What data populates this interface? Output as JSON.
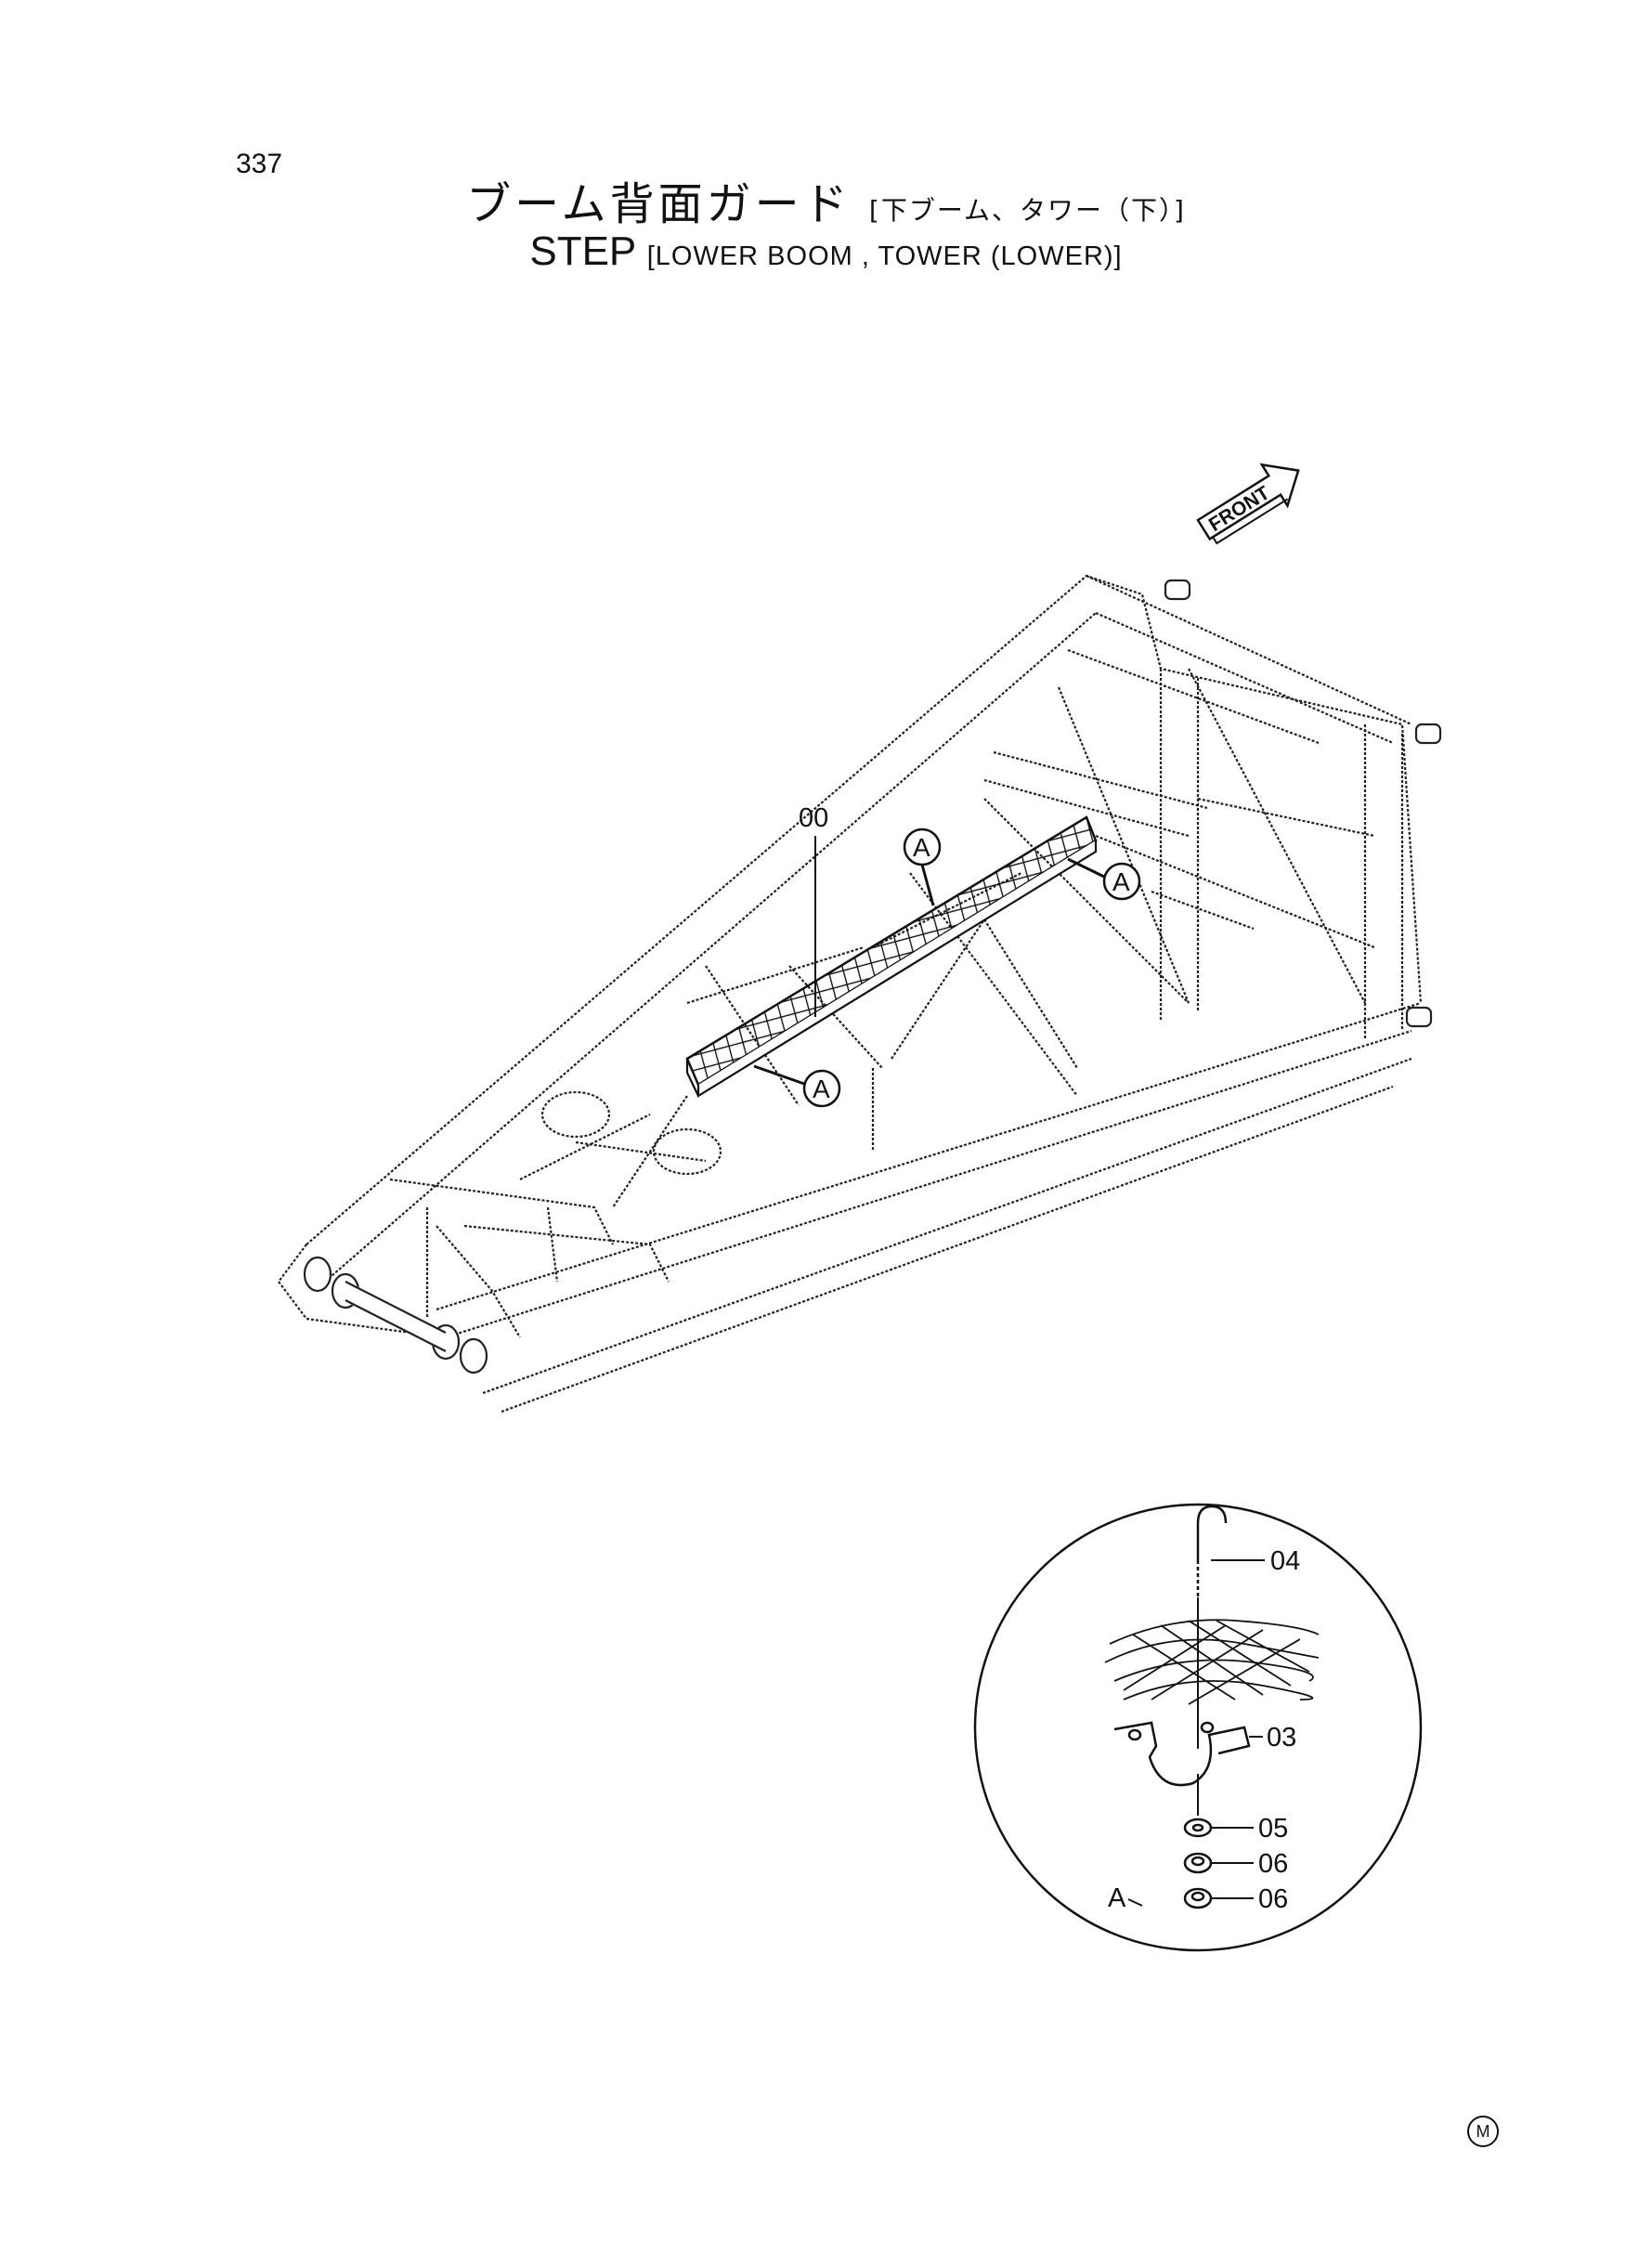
{
  "page": {
    "number": "337"
  },
  "title": {
    "jp_main": "ブーム背面ガード",
    "jp_sub": "[下ブーム、タワー（下）]",
    "en_main": "STEP",
    "en_sub": "[LOWER BOOM , TOWER (LOWER)]"
  },
  "front_arrow": {
    "label": "FRONT"
  },
  "main_drawing": {
    "part_label": "00",
    "detail_callouts": [
      "A",
      "A",
      "A"
    ]
  },
  "detail_view": {
    "name": "A",
    "parts": [
      "04",
      "03",
      "05",
      "06",
      "06"
    ]
  },
  "marker": {
    "symbol": "M"
  }
}
